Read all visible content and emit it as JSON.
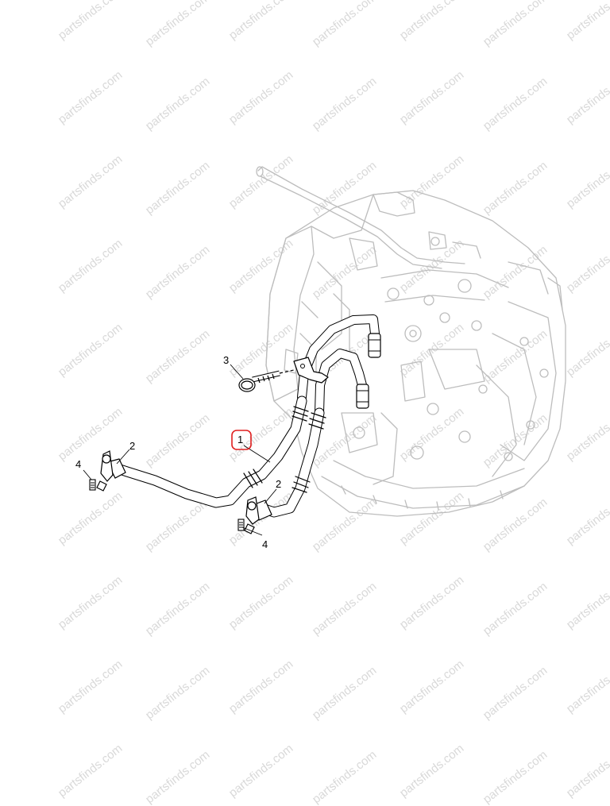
{
  "watermark": {
    "text": "partsfinds.com"
  },
  "callouts": {
    "c1": {
      "label": "1"
    },
    "c2a": {
      "label": "2"
    },
    "c2b": {
      "label": "2"
    },
    "c3": {
      "label": "3"
    },
    "c4a": {
      "label": "4"
    },
    "c4b": {
      "label": "4"
    }
  },
  "colors": {
    "highlight": "#e02020",
    "line": "#000000",
    "part_stroke": "#bdbdbd",
    "watermark": "#d9d9d9"
  }
}
